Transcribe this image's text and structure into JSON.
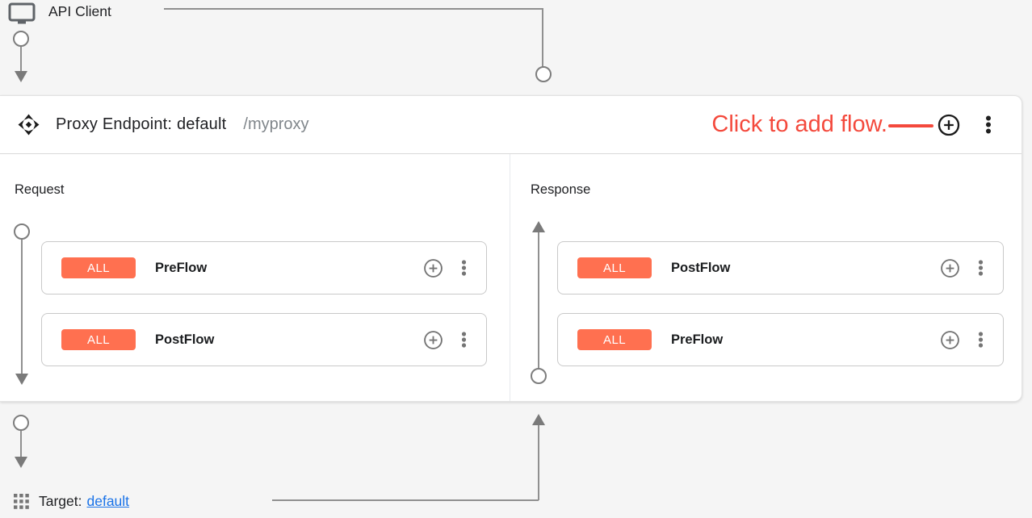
{
  "colors": {
    "background": "#f5f5f5",
    "panel": "#ffffff",
    "badge": "#ff7050",
    "annotation": "#f4493c",
    "link": "#1a73e8",
    "connector": "#909090",
    "icon_gray": "#757575",
    "text": "#202124",
    "muted": "#80868b",
    "border": "#c9c9c9"
  },
  "api_client": {
    "label": "API Client",
    "icon": "monitor-icon"
  },
  "endpoint": {
    "title": "Proxy Endpoint: default",
    "path": "/myproxy",
    "icon": "proxy-endpoint-icon",
    "annotation_text": "Click to add flow.",
    "header_icons": [
      "add-flow-plus-icon",
      "more-menu-icon"
    ]
  },
  "request": {
    "label": "Request",
    "flows": [
      {
        "badge": "ALL",
        "name": "PreFlow"
      },
      {
        "badge": "ALL",
        "name": "PostFlow"
      }
    ]
  },
  "response": {
    "label": "Response",
    "flows": [
      {
        "badge": "ALL",
        "name": "PostFlow"
      },
      {
        "badge": "ALL",
        "name": "PreFlow"
      }
    ]
  },
  "target": {
    "label": "Target:",
    "name": "default",
    "icon": "grid-icon"
  },
  "card_icons": [
    "add-policy-plus-icon",
    "more-menu-icon"
  ]
}
